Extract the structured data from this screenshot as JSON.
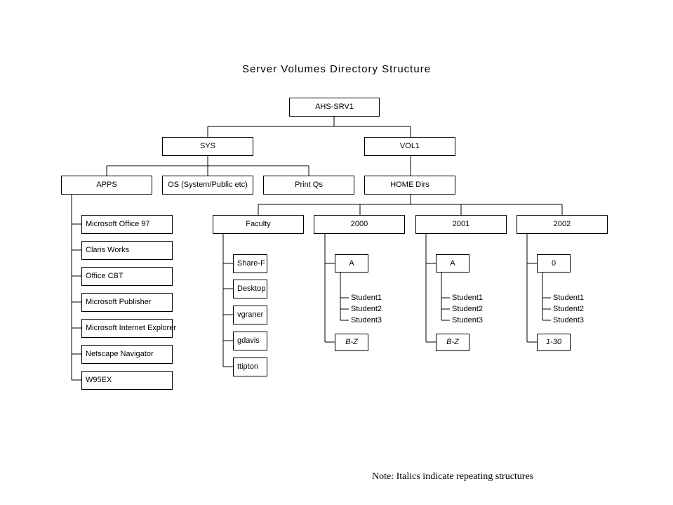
{
  "title": "Server Volumes Directory Structure",
  "note": "Note: Italics indicate repeating structures",
  "tree": {
    "root": "AHS-SRV1",
    "volumes": [
      "SYS",
      "VOL1"
    ],
    "sys_children": [
      "APPS",
      "OS (System/Public etc)",
      "Print Qs"
    ],
    "vol1_children": [
      "HOME Dirs"
    ],
    "apps": [
      "Microsoft Office 97",
      "Claris Works",
      "Office CBT",
      "Microsoft Publisher",
      "Microsoft Internet Explorer",
      "Netscape Navigator",
      "W95EX"
    ],
    "home_children": [
      "Faculty",
      "2000",
      "2001",
      "2002"
    ],
    "faculty": [
      "Share-F",
      "Desktop",
      "vgraner",
      "gdavis",
      "ttipton"
    ],
    "years": [
      {
        "group": "A",
        "students": [
          "Student1",
          "Student2",
          "Student3"
        ],
        "repeat": "B-Z"
      },
      {
        "group": "A",
        "students": [
          "Student1",
          "Student2",
          "Student3"
        ],
        "repeat": "B-Z"
      },
      {
        "group": "0",
        "students": [
          "Student1",
          "Student2",
          "Student3"
        ],
        "repeat": "1-30"
      }
    ]
  }
}
